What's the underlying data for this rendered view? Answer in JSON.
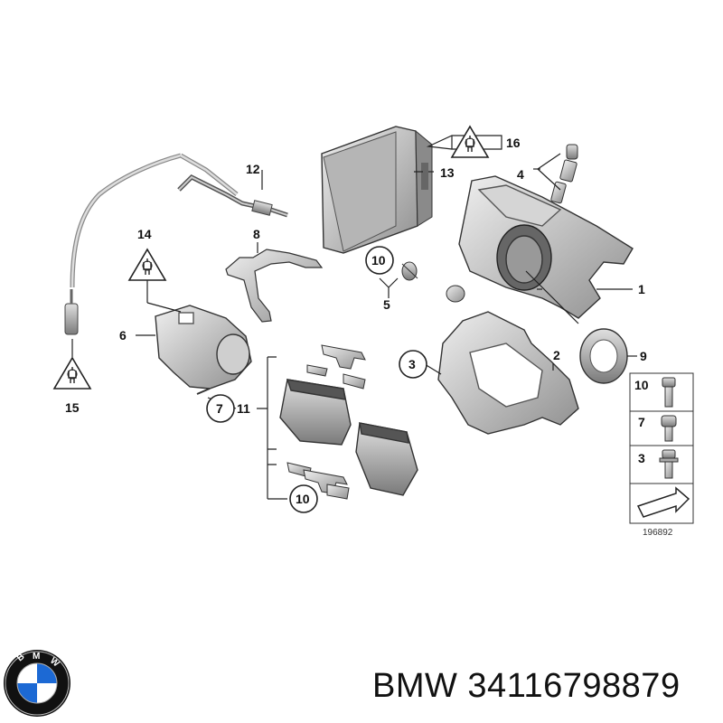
{
  "diagram": {
    "reference_number": "196892",
    "callouts": [
      "1",
      "2",
      "3",
      "4",
      "5",
      "6",
      "7",
      "8",
      "9",
      "10",
      "11",
      "12",
      "13",
      "14",
      "15",
      "16"
    ],
    "circled_callouts": [
      "10",
      "3",
      "7",
      "10"
    ],
    "legend": [
      "10",
      "7",
      "3"
    ]
  },
  "footer": {
    "brand": "BMW",
    "part_number": "34116798879",
    "text": "BMW 34116798879",
    "logo_letters": "BMW"
  },
  "colors": {
    "line": "#222222",
    "part_fill": "#d9d9d9",
    "part_shade": "#9a9a9a",
    "logo_blue": "#1c69d4",
    "logo_ring": "#111111"
  }
}
